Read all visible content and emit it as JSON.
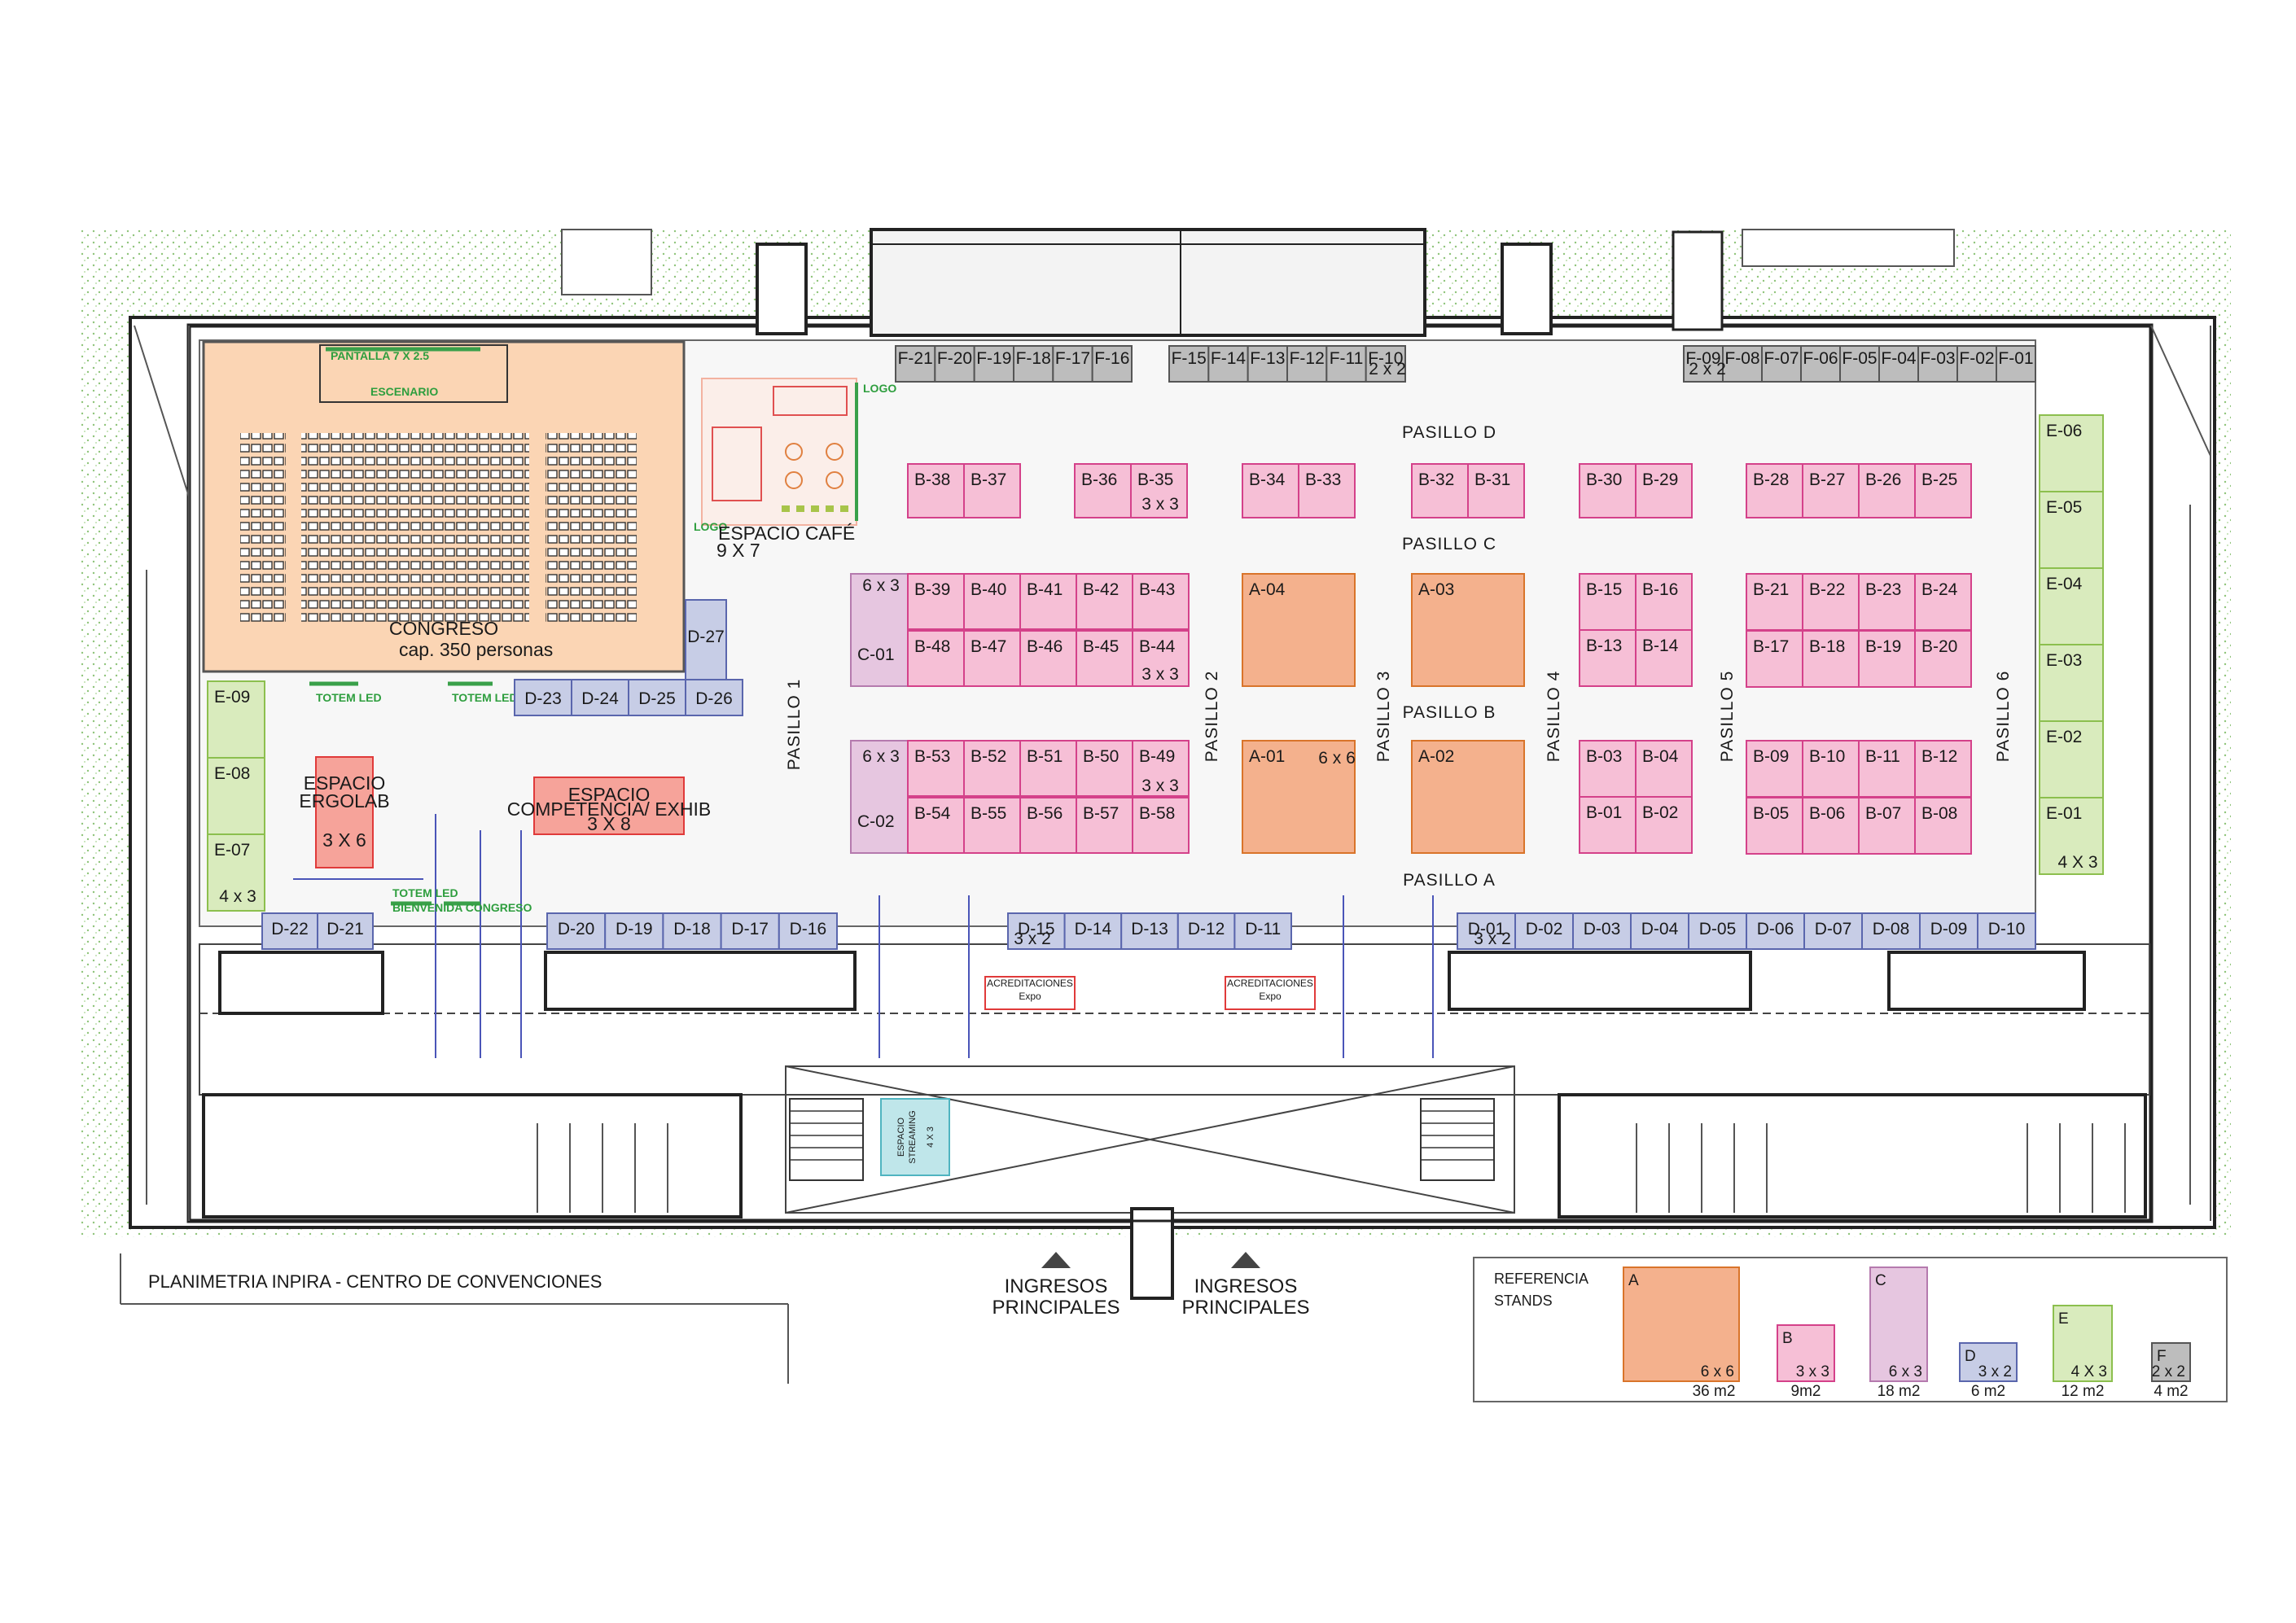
{
  "title": "PLANIMETRIA  INPIRA - CENTRO DE CONVENCIONES",
  "colors": {
    "A": "#f4b18d",
    "A_stroke": "#d9742a",
    "B": "#f6bfd6",
    "B_stroke": "#d4418a",
    "C": "#e6c6e0",
    "C_stroke": "#b57aae",
    "D": "#c7cde6",
    "D_stroke": "#5a66ad",
    "E": "#d9ebbd",
    "E_stroke": "#8cbf4e",
    "F": "#bdbdbd",
    "F_stroke": "#555555",
    "congreso": "#fbd5b4",
    "espacio": "#f6a39a",
    "espacio_stroke": "#e03a3a",
    "streaming": "#bfe6ea",
    "streaming_stroke": "#4fb4c0",
    "green": "#3aa04a"
  },
  "stands": {
    "F": [
      "F-21",
      "F-20",
      "F-19",
      "F-18",
      "F-17",
      "F-16",
      "F-15",
      "F-14",
      "F-13",
      "F-12",
      "F-11",
      "F-10",
      "F-09",
      "F-08",
      "F-07",
      "F-06",
      "F-05",
      "F-04",
      "F-03",
      "F-02",
      "F-01"
    ],
    "B_top": [
      "B-38",
      "B-37",
      "B-36",
      "B-35",
      "B-34",
      "B-33",
      "B-32",
      "B-31",
      "B-30",
      "B-29",
      "B-28",
      "B-27",
      "B-26",
      "B-25"
    ],
    "B_row1": [
      "B-39",
      "B-40",
      "B-41",
      "B-42",
      "B-43"
    ],
    "B_row2": [
      "B-48",
      "B-47",
      "B-46",
      "B-45",
      "B-44"
    ],
    "B_row3": [
      "B-53",
      "B-52",
      "B-51",
      "B-50",
      "B-49"
    ],
    "B_row4": [
      "B-54",
      "B-55",
      "B-56",
      "B-57",
      "B-58"
    ],
    "B_mid4": [
      "B-15",
      "B-16",
      "B-13",
      "B-14"
    ],
    "B_low4": [
      "B-03",
      "B-04",
      "B-01",
      "B-02"
    ],
    "B_right1": [
      "B-21",
      "B-22",
      "B-23",
      "B-24"
    ],
    "B_right2": [
      "B-17",
      "B-18",
      "B-19",
      "B-20"
    ],
    "B_right3": [
      "B-09",
      "B-10",
      "B-11",
      "B-12"
    ],
    "B_right4": [
      "B-05",
      "B-06",
      "B-07",
      "B-08"
    ],
    "A": [
      "A-04",
      "A-03",
      "A-01",
      "A-02"
    ],
    "C": [
      "C-01",
      "C-02"
    ],
    "D_left": [
      "D-23",
      "D-24",
      "D-25",
      "D-26",
      "D-27"
    ],
    "D_bottom": [
      "D-22",
      "D-21",
      "D-20",
      "D-19",
      "D-18",
      "D-17",
      "D-16",
      "D-15",
      "D-14",
      "D-13",
      "D-12",
      "D-11",
      "D-01",
      "D-02",
      "D-03",
      "D-04",
      "D-05",
      "D-06",
      "D-07",
      "D-08",
      "D-09",
      "D-10"
    ],
    "E_left": [
      "E-09",
      "E-08",
      "E-07"
    ],
    "E_right": [
      "E-06",
      "E-05",
      "E-04",
      "E-03",
      "E-02",
      "E-01"
    ]
  },
  "sizes": {
    "f_2x2": "2 x 2",
    "b_3x3": "3 x 3",
    "c_6x3": "6 x 3",
    "a_6x6": "6 x 6",
    "d_3x2": "3 x 2",
    "e_4x3": "4 X 3",
    "e_4x3_left": "4 x 3"
  },
  "pasillos": {
    "d": "PASILLO D",
    "c": "PASILLO C",
    "b": "PASILLO B",
    "a": "PASILLO A",
    "p1": "PASILLO 1",
    "p2": "PASILLO 2",
    "p3": "PASILLO 3",
    "p4": "PASILLO 4",
    "p5": "PASILLO 5",
    "p6": "PASILLO 6"
  },
  "areas": {
    "congreso": "CONGRESO",
    "congreso_cap": "cap. 350 personas",
    "pantalla": "PANTALLA  7  X  2.5",
    "escenario": "ESCENARIO",
    "totem_led": "TOTEM LED",
    "totem_led2": "TOTEM LED",
    "totem_led3": "TOTEM LED",
    "bienvenida": "BIENVENIDA CONGRESO",
    "cafe": "ESPACIO CAFÉ",
    "cafe_size": "9 X 7",
    "logo": "LOGO",
    "logo2": "LOGO",
    "ergolab_1": "ESPACIO",
    "ergolab_2": "ERGOLAB",
    "ergolab_size": "3 X 6",
    "comp_1": "ESPACIO",
    "comp_2": "COMPETENCIA/ EXHIB",
    "comp_size": "3 X 8",
    "acred_1": "ACREDITACIONES",
    "acred_expo": "Expo",
    "acred_2": "ACREDITACIONES",
    "acred_expo2": "Expo",
    "streaming_1": "ESPACIO",
    "streaming_2": "STREAMING",
    "streaming_size": "4 X 3",
    "ingresos_1": "INGRESOS",
    "ingresos_2": "PRINCIPALES",
    "ingresos_3": "INGRESOS",
    "ingresos_4": "PRINCIPALES"
  },
  "legend": {
    "title_1": "REFERENCIA",
    "title_2": "STANDS",
    "items": [
      {
        "letter": "A",
        "size": "6 x 6",
        "area": "36 m2"
      },
      {
        "letter": "B",
        "size": "3 x 3",
        "area": "9m2"
      },
      {
        "letter": "C",
        "size": "6 x 3",
        "area": "18 m2"
      },
      {
        "letter": "D",
        "size": "3 x 2",
        "area": "6 m2"
      },
      {
        "letter": "E",
        "size": "4 X 3",
        "area": "12 m2"
      },
      {
        "letter": "F",
        "size": "2 x 2",
        "area": "4 m2"
      }
    ]
  }
}
